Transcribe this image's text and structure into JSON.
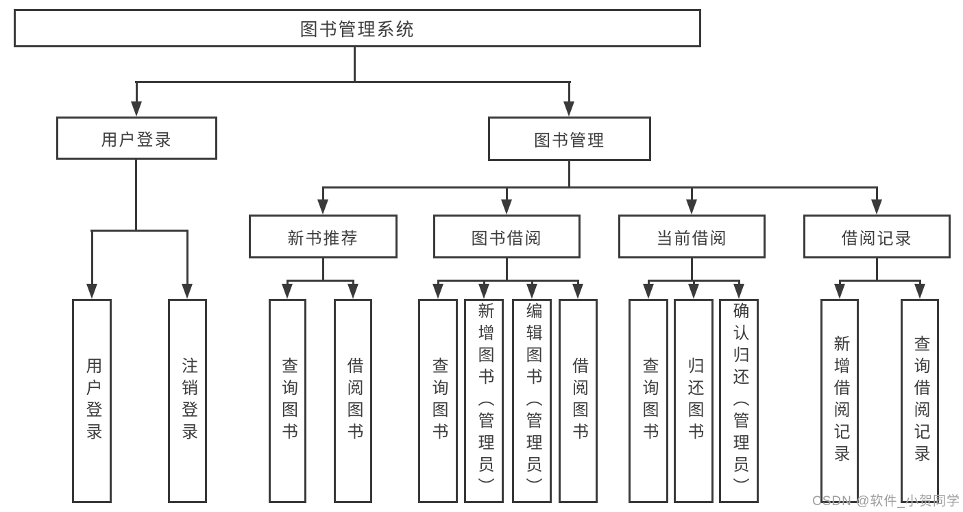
{
  "diagram": {
    "root": {
      "label": "图书管理系统"
    },
    "branches": [
      {
        "label": "用户登录",
        "children": [
          {
            "label": "用户登录"
          },
          {
            "label": "注销登录"
          }
        ]
      },
      {
        "label": "图书管理",
        "children": [
          {
            "label": "新书推荐",
            "children": [
              {
                "label": "查询图书"
              },
              {
                "label": "借阅图书"
              }
            ]
          },
          {
            "label": "图书借阅",
            "children": [
              {
                "label": "查询图书"
              },
              {
                "label": "新增图书（管理员）"
              },
              {
                "label": "编辑图书（管理员）"
              },
              {
                "label": "借阅图书"
              }
            ]
          },
          {
            "label": "当前借阅",
            "children": [
              {
                "label": "查询图书"
              },
              {
                "label": "归还图书"
              },
              {
                "label": "确认归还（管理员）"
              }
            ]
          },
          {
            "label": "借阅记录",
            "children": [
              {
                "label": "新增借阅记录"
              },
              {
                "label": "查询借阅记录"
              }
            ]
          }
        ]
      }
    ]
  },
  "watermark": {
    "text": "CSDN @软件_小贺同学"
  },
  "colors": {
    "line": "#3a3a3a",
    "text": "#3d3d3d",
    "background": "#ffffff",
    "watermark_text": "#9e9e9e"
  }
}
